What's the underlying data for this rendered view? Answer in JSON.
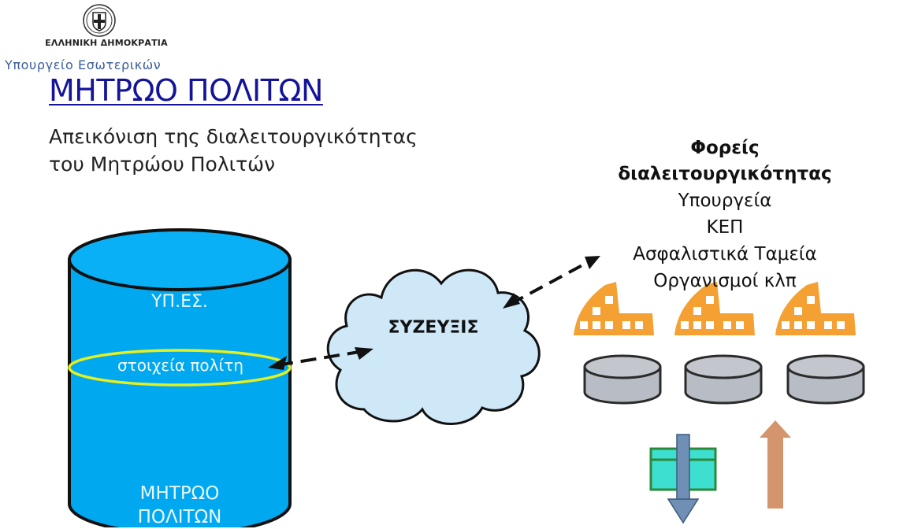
{
  "header": {
    "country": "ΕΛΛΗΝΙΚΗ ΔΗΜΟΚΡΑΤΙΑ",
    "ministry": "Υπουργείο Εσωτερικών",
    "emblem_icon": "greek-coat-of-arms-icon"
  },
  "slide": {
    "title": "ΜΗΤΡΩΟ ΠΟΛΙΤΩΝ",
    "subtitle_line1": "Απεικόνιση της διαλειτουργικότητας",
    "subtitle_line2": "του Μητρώου Πολιτών"
  },
  "database": {
    "top_label": "ΥΠ.ΕΣ.",
    "record_label": "στοιχεία πολίτη",
    "bottom_line1": "ΜΗΤΡΩΟ",
    "bottom_line2": "ΠΟΛΙΤΩΝ",
    "colors": {
      "fill": "#00a8f0",
      "record_outline": "#e6f01e"
    }
  },
  "cloud": {
    "label": "ΣΥΖΕΥΞΙΣ",
    "colors": {
      "fill": "#cfe8f7"
    }
  },
  "partners": {
    "title_line1": "Φορείς",
    "title_line2": "διαλειτουργικότητας",
    "items": [
      "Υπουργεία",
      "ΚΕΠ",
      "Ασφαλιστικά Ταμεία",
      "Οργανισμοί κλπ"
    ],
    "building_icon": "office-building-icon",
    "database_icon": "database-icon",
    "colors": {
      "building": "#f5a033",
      "database": "#b8bcc4"
    }
  },
  "flow_icons": {
    "down_arrow_icon": "download-arrow-icon",
    "up_arrow_icon": "upload-arrow-icon",
    "package_icon": "package-icon",
    "colors": {
      "down_arrow": "#6f8fb5",
      "up_arrow": "#d4956c",
      "package": "#3ddfd0"
    }
  }
}
